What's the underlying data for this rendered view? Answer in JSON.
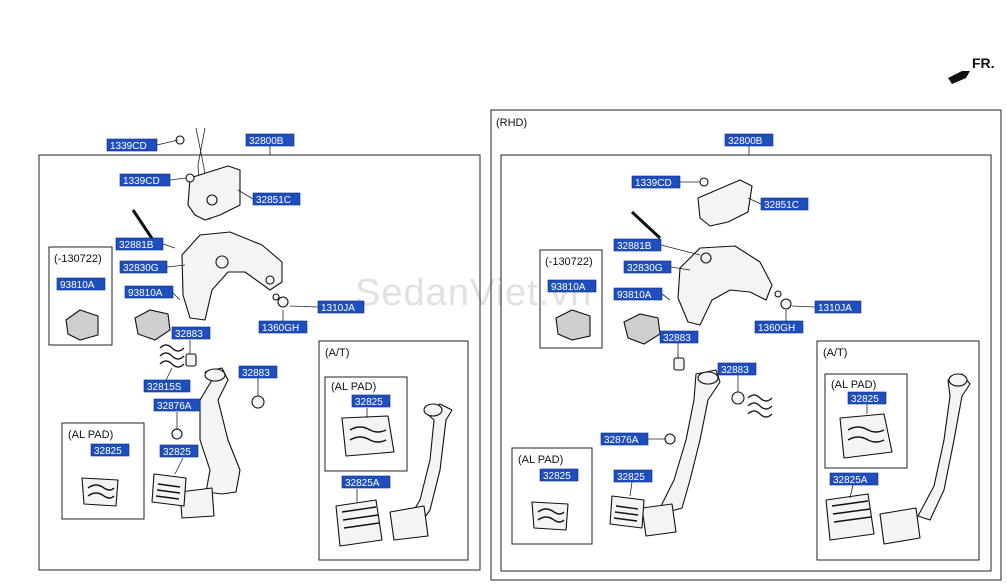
{
  "fr_label": "FR.",
  "rhd_title": "(RHD)",
  "watermark": "SedanViet.vn",
  "left": {
    "labels": {
      "p1339cd_top": "1339CD",
      "p32800b": "32800B",
      "p1339cd": "1339CD",
      "p32851c": "32851C",
      "p32881b": "32881B",
      "p32830g": "32830G",
      "p93810a_inner": "93810A",
      "p93810a": "93810A",
      "p32883_a": "32883",
      "p1310ja": "1310JA",
      "p1360gh": "1360GH",
      "p32815s": "32815S",
      "p32876a": "32876A",
      "p32883_b": "32883",
      "p32825_alpad": "32825",
      "p32825": "32825",
      "p32825_at": "32825",
      "p32825a": "32825A"
    },
    "titles": {
      "date_range": "(-130722)",
      "al_pad": "(AL PAD)",
      "at": "(A/T)",
      "at_al_pad": "(AL PAD)"
    }
  },
  "right": {
    "labels": {
      "p32800b": "32800B",
      "p1339cd": "1339CD",
      "p32851c": "32851C",
      "p32881b": "32881B",
      "p32830g": "32830G",
      "p93810a_inner": "93810A",
      "p93810a": "93810A",
      "p1310ja": "1310JA",
      "p1360gh": "1360GH",
      "p32883_a": "32883",
      "p32883_b": "32883",
      "p32876a": "32876A",
      "p32825_alpad": "32825",
      "p32825": "32825",
      "p32825_at": "32825",
      "p32825a": "32825A"
    },
    "titles": {
      "date_range": "(-130722)",
      "al_pad": "(AL PAD)",
      "at": "(A/T)",
      "at_al_pad": "(AL PAD)"
    }
  }
}
